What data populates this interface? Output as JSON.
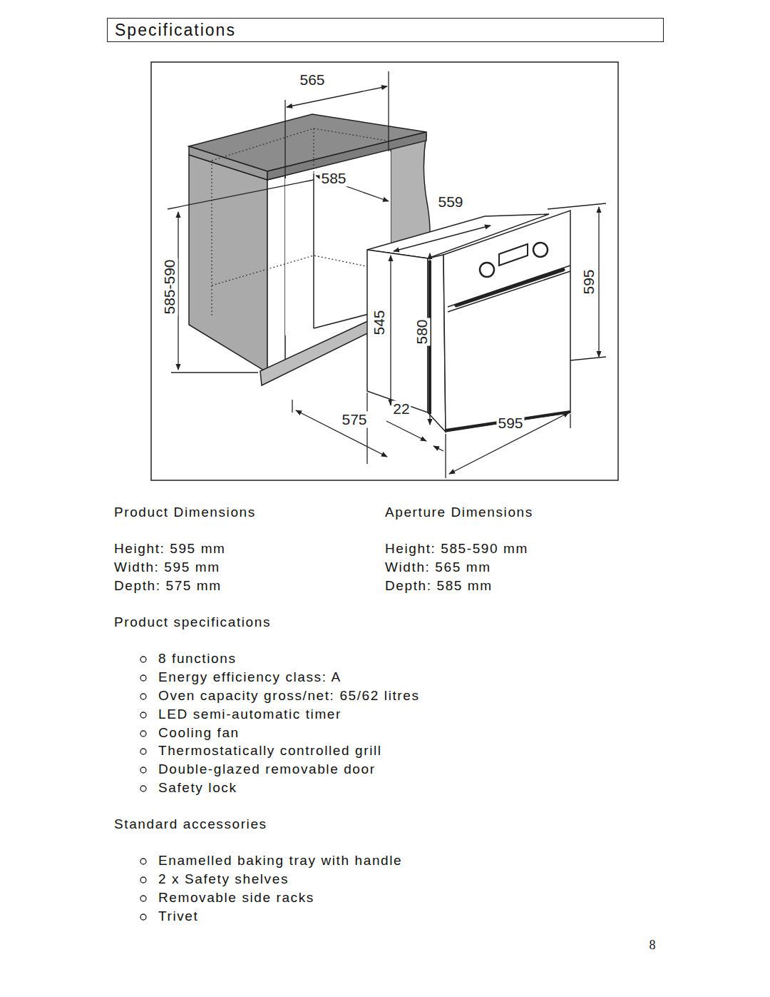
{
  "diagram": {
    "title": "Specifications",
    "labels": [
      "565",
      "585",
      "559",
      "585-590",
      "545",
      "580",
      "595",
      "575",
      "22",
      "595",
      "Product Dimensions",
      "Aperture Dimensions",
      "Height: 595 mm",
      "Height: 585-590 mm",
      "Width: 595 mm",
      "Width: 565 mm",
      "Depth: 575 mm",
      "Depth: 585 mm",
      "Product specifications",
      "8 functions",
      "Energy efficiency class: A",
      "Oven capacity gross/net: 65/62 litres",
      "LED semi-automatic timer",
      "Cooling fan",
      "Thermostatically controlled grill",
      "Double-glazed removable door",
      "Safety lock",
      "Standard accessories",
      "Enamelled baking tray with handle",
      "2 x Safety shelves",
      "Removable side racks",
      "Trivet",
      "8"
    ]
  }
}
